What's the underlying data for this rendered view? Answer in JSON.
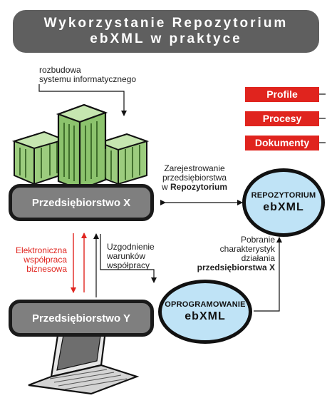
{
  "title": {
    "line1": "Wykorzystanie Repozytorium",
    "line2": "ebXML w praktyce"
  },
  "buildings_caption": {
    "line1": "rozbudowa",
    "line2": "systemu informatycznego"
  },
  "tags": [
    "Profile",
    "Procesy",
    "Dokumenty"
  ],
  "company_x": "Przedsiębiorstwo X",
  "company_y": "Przedsiębiorstwo Y",
  "repository": {
    "top": "REPOZYTORIUM",
    "bottom": "ebXML"
  },
  "software": {
    "top": "OPROGRAMOWANIE",
    "bottom": "ebXML"
  },
  "register_label": {
    "line1": "Zarejestrowanie",
    "line2": "przedsiębiorstwa",
    "prefix": "w ",
    "bold": "Repozytorium"
  },
  "ecommerce_label": {
    "line1": "Elektroniczna",
    "line2": "współpraca",
    "line3": "biznesowa"
  },
  "agreement_label": {
    "line1": "Uzgodnienie",
    "line2": "warunków",
    "line3": "współpracy"
  },
  "download_label": {
    "line1": "Pobranie",
    "line2": "charakterystyk",
    "line3": "działania",
    "line4": "przedsiębiorstwa X"
  },
  "colors": {
    "accent_red": "#e0241e",
    "banner_gray": "#5f5f5f",
    "ellipse_blue": "#bfe3f6",
    "building_green": "#9ccc7e"
  }
}
